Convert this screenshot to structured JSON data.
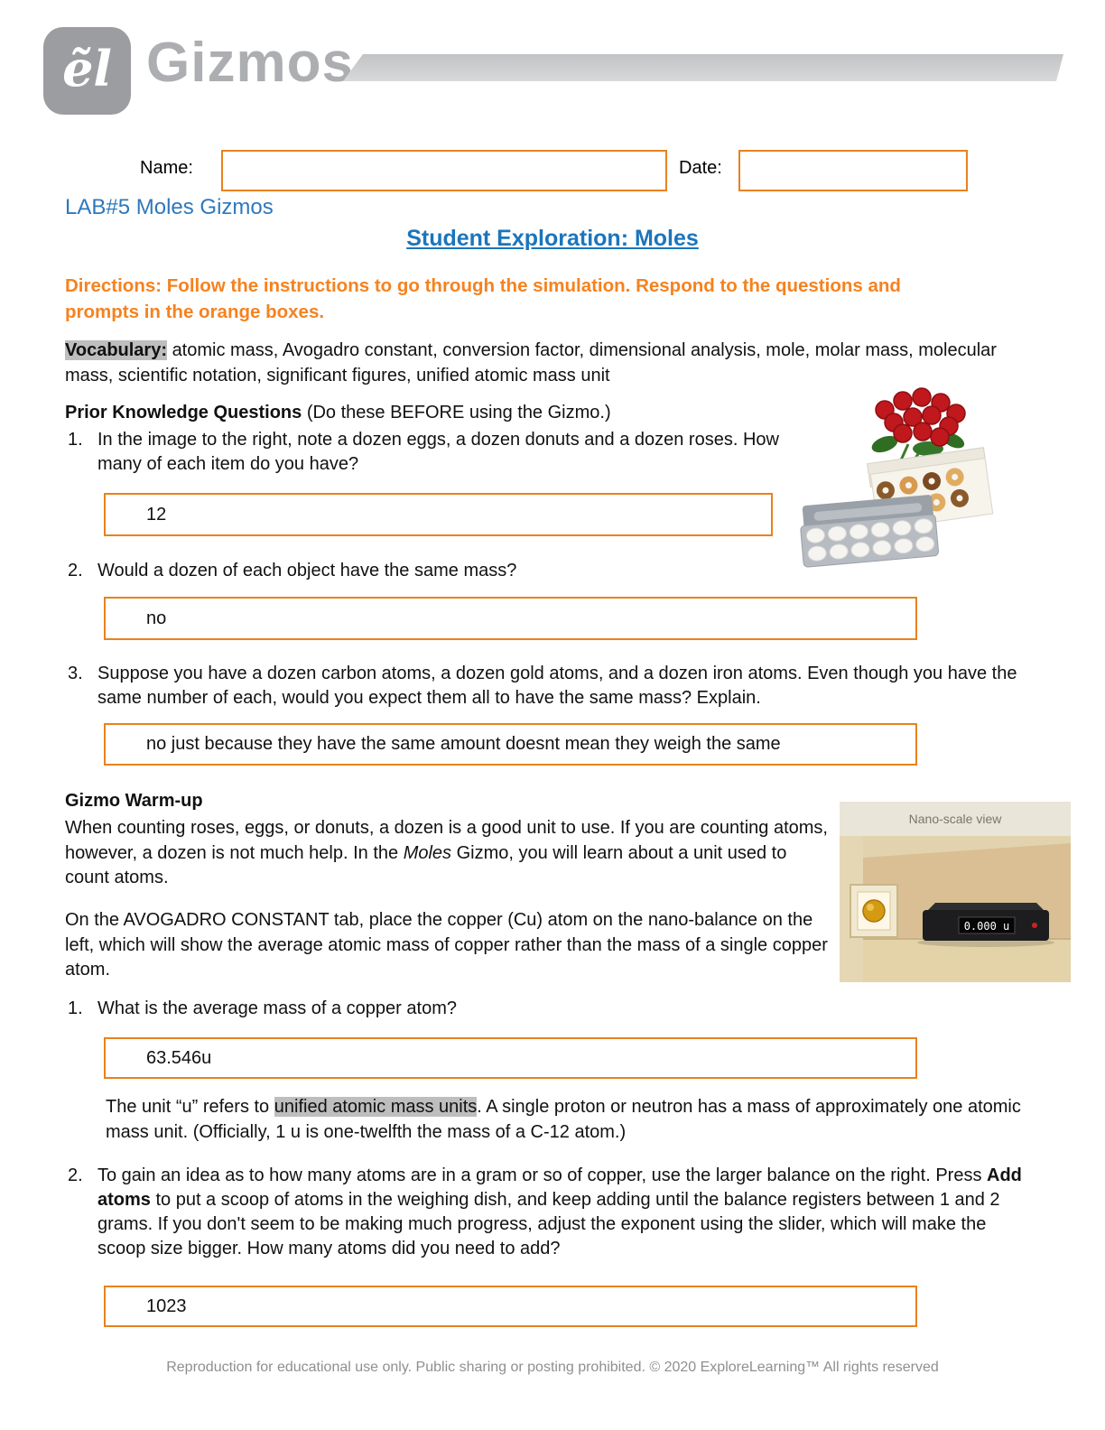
{
  "header": {
    "monogram": "ẽl",
    "brand": "Gizmos"
  },
  "form": {
    "name_label": "Name:",
    "name_value": "",
    "date_label": "Date:",
    "date_value": ""
  },
  "lab_title": "LAB#5 Moles Gizmos",
  "main_title": "Student Exploration: Moles",
  "directions": "Directions: Follow the instructions to go through the simulation. Respond to the questions and prompts in the orange boxes.",
  "vocabulary": {
    "label": "Vocabulary:",
    "terms": "atomic mass, Avogadro constant, conversion factor, dimensional analysis, mole, molar mass, molecular mass, scientific notation, significant figures, unified atomic mass unit"
  },
  "prior": {
    "heading": "Prior Knowledge Questions",
    "heading_suffix": "(Do these BEFORE using the Gizmo.)",
    "questions": [
      {
        "number": "1.",
        "text": "In the image to the right, note a dozen eggs, a dozen donuts and a dozen roses. How many of each item do you have?",
        "answer": "12"
      },
      {
        "number": "2.",
        "text": "Would a dozen of each object have the same mass?",
        "answer": "no"
      },
      {
        "number": "3.",
        "text": "Suppose you have a dozen carbon atoms, a dozen gold atoms, and a dozen iron atoms. Even though you have the same number of each, would you expect them all to have the same mass? Explain.",
        "answer": "no just because they have the same amount doesnt mean they weigh the same"
      }
    ]
  },
  "warmup": {
    "heading": "Gizmo Warm-up",
    "p1_a": "When counting roses, eggs, or donuts, a dozen is a good unit to use. If you are counting atoms, however, a dozen is not much help. In the ",
    "p1_italic": "Moles",
    "p1_b": " Gizmo, you will learn about a unit used to count atoms.",
    "p2": "On the AVOGADRO CONSTANT tab, place the copper (Cu) atom on the nano-balance on the left, which will show the average atomic mass of copper rather than the mass of a single copper atom.",
    "q1": {
      "number": "1.",
      "text": "What is the average mass of a copper atom?",
      "answer": "63.546u"
    },
    "note_a": "The unit “u” refers to ",
    "note_highlight": "unified atomic mass units",
    "note_b": ". A single proton or neutron has a mass of approximately one atomic mass unit. (Officially, 1 u is one-twelfth the mass of a C-12 atom.)",
    "q2": {
      "number": "2.",
      "text_a": "To gain an idea as to how many atoms are in a gram or so of copper, use the larger balance on the right. Press ",
      "text_bold": "Add atoms",
      "text_b": " to put a scoop of atoms in the weighing dish, and keep adding until the balance registers between 1 and 2 grams. If you don't seem to be making much progress, adjust the exponent using the slider, which will make the scoop size bigger.  How many atoms did you need to add?",
      "answer": "1023"
    }
  },
  "nano_panel": {
    "label": "Nano-scale view",
    "balance_reading": "0.000 u"
  },
  "footer": "Reproduction for educational use only. Public sharing or posting prohibited. © 2020 ExploreLearning™ All rights reserved"
}
